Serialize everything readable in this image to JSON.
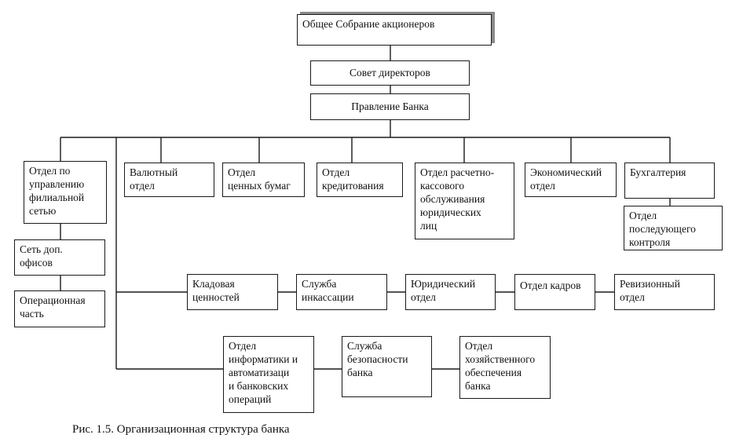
{
  "nodes": {
    "general_meeting": "Общее Собрание акционеров",
    "board_of_directors": "Совет директоров",
    "management_board": "Правление Банка",
    "branch_network_dept": "Отдел по\nуправлению\nфилиальной\nсетью",
    "additional_offices": "Сеть доп.\nофисов",
    "operations_unit": "Операционная\nчасть",
    "currency_dept": "Валютный\nотдел",
    "securities_dept": "Отдел\nценных бумаг",
    "credit_dept": "Отдел\nкредитования",
    "settlement_dept": "Отдел расчетно-\nкассового\nобслуживания\nюридических\nлиц",
    "economic_dept": "Экономический\nотдел",
    "accounting": "Бухгалтерия",
    "follow_up_control": "Отдел\nпоследующего\nконтроля",
    "vault": "Кладовая\nценностей",
    "cash_collection": "Служба\nинкассации",
    "legal_dept": "Юридический\nотдел",
    "hr_dept": "Отдел кадров",
    "audit_dept": "Ревизионный\nотдел",
    "it_dept": "Отдел\nинформатики и\nавтоматизаци\nи банковских\nопераций",
    "security_service": "Служба\nбезопасности\nбанка",
    "maintenance_dept": "Отдел\nхозяйственного\nобеспечения\nбанка"
  },
  "caption": "Рис. 1.5. Организационная структура банка"
}
